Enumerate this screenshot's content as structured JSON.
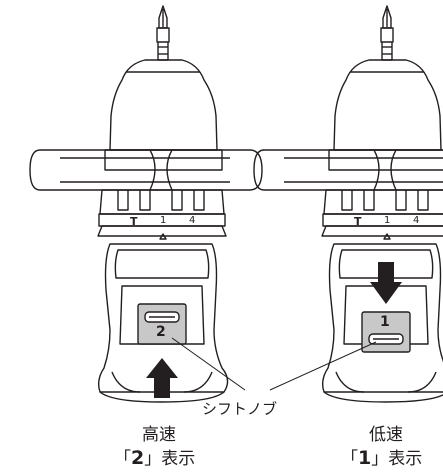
{
  "left_drill": {
    "speed_label": "高速",
    "display_number": "2",
    "display_suffix": "表示",
    "knob_number": "2",
    "dial_marks": [
      "T",
      "1",
      "4"
    ],
    "arrow_direction": "up"
  },
  "right_drill": {
    "speed_label": "低速",
    "display_number": "1",
    "display_suffix": "表示",
    "knob_number": "1",
    "dial_marks": [
      "T",
      "1",
      "4"
    ],
    "arrow_direction": "down"
  },
  "callout": {
    "label": "シフトノブ"
  },
  "colors": {
    "line": "#231f20",
    "knob_fill": "#c8c8c8",
    "arrow": "#231f20"
  }
}
